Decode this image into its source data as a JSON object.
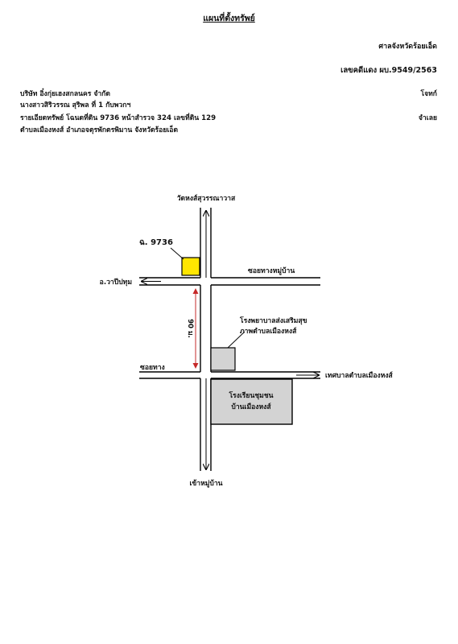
{
  "document": {
    "title": "แผนที่ตั้งทรัพย์",
    "court": "ศาลจังหวัดร้อยเอ็ด",
    "case_number": "เลขคดีแดง ผบ.9549/2563",
    "plaintiff_label": "โจทก์",
    "defendant_label": "จำเลย",
    "party_lines": [
      "บริษัท อิ๋งกุ่ยเฮงสกลนคร จำกัด",
      "นางสาวสิริวรรณ  สุริพล  ที่ 1 กับพวกฯ",
      "รายเอียดทรัพย์  โฉนดที่ดิน 9736 หน้าสำรวจ 324 เลขที่ดิน 129",
      "ตำบลเมืองหงส์  อำเภอจตุรพักตรพิมาน  จังหวัดร้อยเอ็ด"
    ]
  },
  "map": {
    "north_label": "วัดหงส์สุวรรณาวาส",
    "south_label": "เข้าหมู่บ้าน",
    "west_label": "อ.วาปีปทุม",
    "upper_right_road": "ซอยทางหมู่บ้าน",
    "lower_left_road": "ซอยทาง",
    "lower_right_road": "เทศบาลตำบลเมืองหงส์",
    "parcel_label": "ฉ. 9736",
    "distance_label": "90 ม.",
    "hospital_label": [
      "โรงพยาบาลส่งเสริมสุข",
      "ภาพตำบลเมืองหงส์"
    ],
    "school_label": [
      "โรงเรียนชุมชน",
      "บ้านเมืองหงส์"
    ],
    "colors": {
      "parcel": "#ffe600",
      "buildings": "#d3d3d3",
      "distance_arrow": "#c62828",
      "roads": "#000000"
    }
  }
}
